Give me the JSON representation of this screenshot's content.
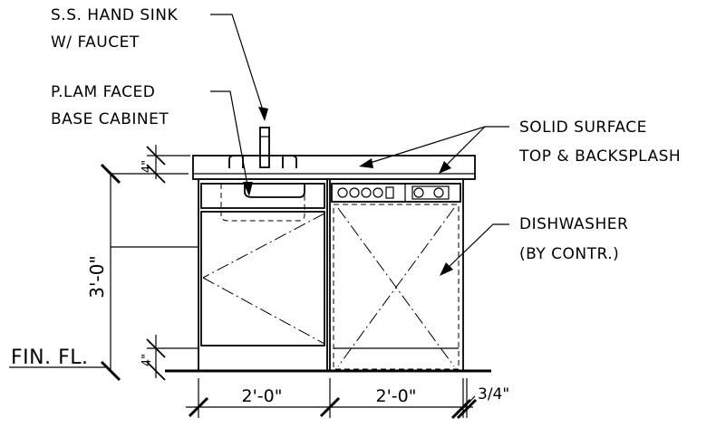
{
  "callouts": {
    "sink_line1": "S.S. HAND SINK",
    "sink_line2": "W/ FAUCET",
    "cabinet_line1": "P.LAM FACED",
    "cabinet_line2": "BASE CABINET",
    "top_line1": "SOLID SURFACE",
    "top_line2": "TOP & BACKSPLASH",
    "dw_line1": "DISHWASHER",
    "dw_line2": "(BY CONTR.)",
    "floor": "FIN. FL."
  },
  "dimensions": {
    "backsplash_height": "4\"",
    "overall_height": "3'-0\"",
    "toe_kick_height": "4\"",
    "cabinet_width": "2'-0\"",
    "dishwasher_width": "2'-0\"",
    "end_gap": "3/4\""
  }
}
